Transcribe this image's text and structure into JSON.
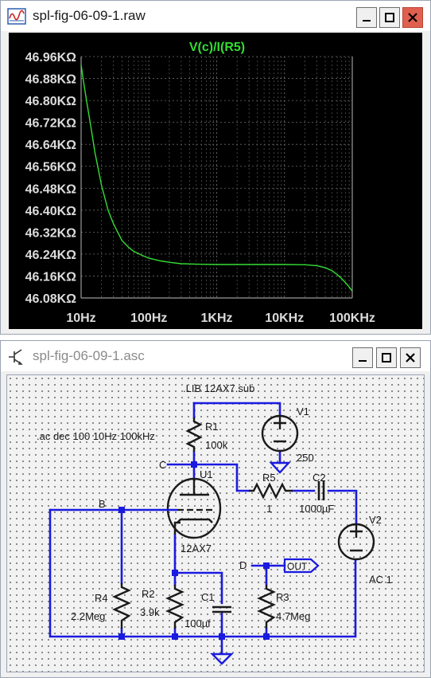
{
  "plot_window": {
    "title": "spl-fig-06-09-1.raw",
    "buttons": {
      "minimize": "minimize",
      "maximize": "maximize",
      "close": "close"
    }
  },
  "schematic_window": {
    "title": "spl-fig-06-09-1.asc"
  },
  "chart_data": {
    "type": "line",
    "title": "V(c)/I(R5)",
    "xscale": "log",
    "xlim": [
      10,
      100000
    ],
    "ylim": [
      46.08,
      46.96
    ],
    "x_tick_labels": [
      "10Hz",
      "100Hz",
      "1KHz",
      "10KHz",
      "100KHz"
    ],
    "y_tick_labels": [
      "46.96KΩ",
      "46.88KΩ",
      "46.80KΩ",
      "46.72KΩ",
      "46.64KΩ",
      "46.56KΩ",
      "46.48KΩ",
      "46.40KΩ",
      "46.32KΩ",
      "46.24KΩ",
      "46.16KΩ",
      "46.08KΩ"
    ],
    "grid": true,
    "colors": {
      "trace": "#33dd33",
      "title": "#33dd33",
      "grid": "#6a6a6a",
      "axis": "#9a9a9a",
      "labels": "#dcdcdc",
      "background": "#000000"
    },
    "series": [
      {
        "x": [
          10,
          11,
          12,
          14,
          16,
          20,
          25,
          30,
          40,
          50,
          60,
          80,
          100,
          150,
          200,
          300,
          500,
          1000,
          2000,
          5000,
          10000,
          20000,
          30000,
          40000,
          50000,
          60000,
          70000,
          80000,
          90000,
          100000
        ],
        "y": [
          46.93,
          46.86,
          46.8,
          46.7,
          46.61,
          46.49,
          46.4,
          46.35,
          46.29,
          46.265,
          46.25,
          46.235,
          46.225,
          46.215,
          46.21,
          46.205,
          46.203,
          46.202,
          46.202,
          46.202,
          46.202,
          46.201,
          46.198,
          46.19,
          46.18,
          46.165,
          46.15,
          46.135,
          46.12,
          46.105
        ]
      }
    ]
  },
  "schematic": {
    "directive_lib": ".LIB 12AX7.sub",
    "directive_ac": ".ac dec 100 10Hz 100kHz",
    "nets": {
      "c": "C",
      "b": "B",
      "d": "D",
      "out": "OUT"
    },
    "components": {
      "r1": {
        "name": "R1",
        "value": "100k"
      },
      "v1": {
        "name": "V1",
        "value": "250"
      },
      "u1": {
        "name": "U1",
        "value": "12AX7"
      },
      "r5": {
        "name": "R5",
        "value": "1"
      },
      "c2": {
        "name": "C2",
        "value": "1000µF"
      },
      "v2": {
        "name": "V2",
        "value": "AC 1"
      },
      "r4": {
        "name": "R4",
        "value": "2.2Meg"
      },
      "r2": {
        "name": "R2",
        "value": "3.9k"
      },
      "c1": {
        "name": "C1",
        "value": "100µf"
      },
      "r3": {
        "name": "R3",
        "value": "4.7Meg"
      }
    },
    "colors": {
      "wire": "#1a1ae0",
      "component": "#1a1a1a",
      "text": "#1a1a1a"
    }
  }
}
